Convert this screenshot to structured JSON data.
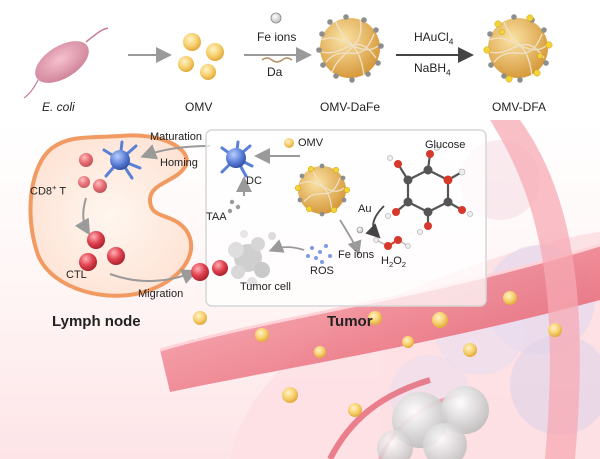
{
  "top_row": {
    "ecoli": "E. coli",
    "omv": "OMV",
    "fe_ions": "Fe ions",
    "da": "Da",
    "omv_dafe": "OMV-DaFe",
    "haucl": "HAuCl",
    "haucl_sub": "4",
    "nabh": "NaBH",
    "nabh_sub": "4",
    "omv_dfa": "OMV-DFA"
  },
  "lymph": {
    "maturation": "Maturation",
    "homing": "Homing",
    "cd8": "CD8",
    "cd8_sup": "+",
    "cd8_suffix": " T",
    "ctl": "CTL",
    "migration": "Migration",
    "title": "Lymph node"
  },
  "tumor_box": {
    "omv_legend": "OMV",
    "dc": "DC",
    "taa": "TAA",
    "glucose": "Glucose",
    "au": "Au",
    "h2o2_pre": "H",
    "h2o2_sub1": "2",
    "h2o2_mid": "O",
    "h2o2_sub2": "2",
    "ros": "ROS",
    "fe_ions": "Fe ions",
    "tumor_cell": "Tumor cell",
    "title": "Tumor"
  },
  "colors": {
    "arrow": "#9a9a9a",
    "ctl_red": "#e0424f",
    "dc_blue": "#5a7fd6",
    "omv_yellow": "#f3c24f",
    "vessel_pink": "#f06a78",
    "box_border": "#d6d6d6"
  }
}
